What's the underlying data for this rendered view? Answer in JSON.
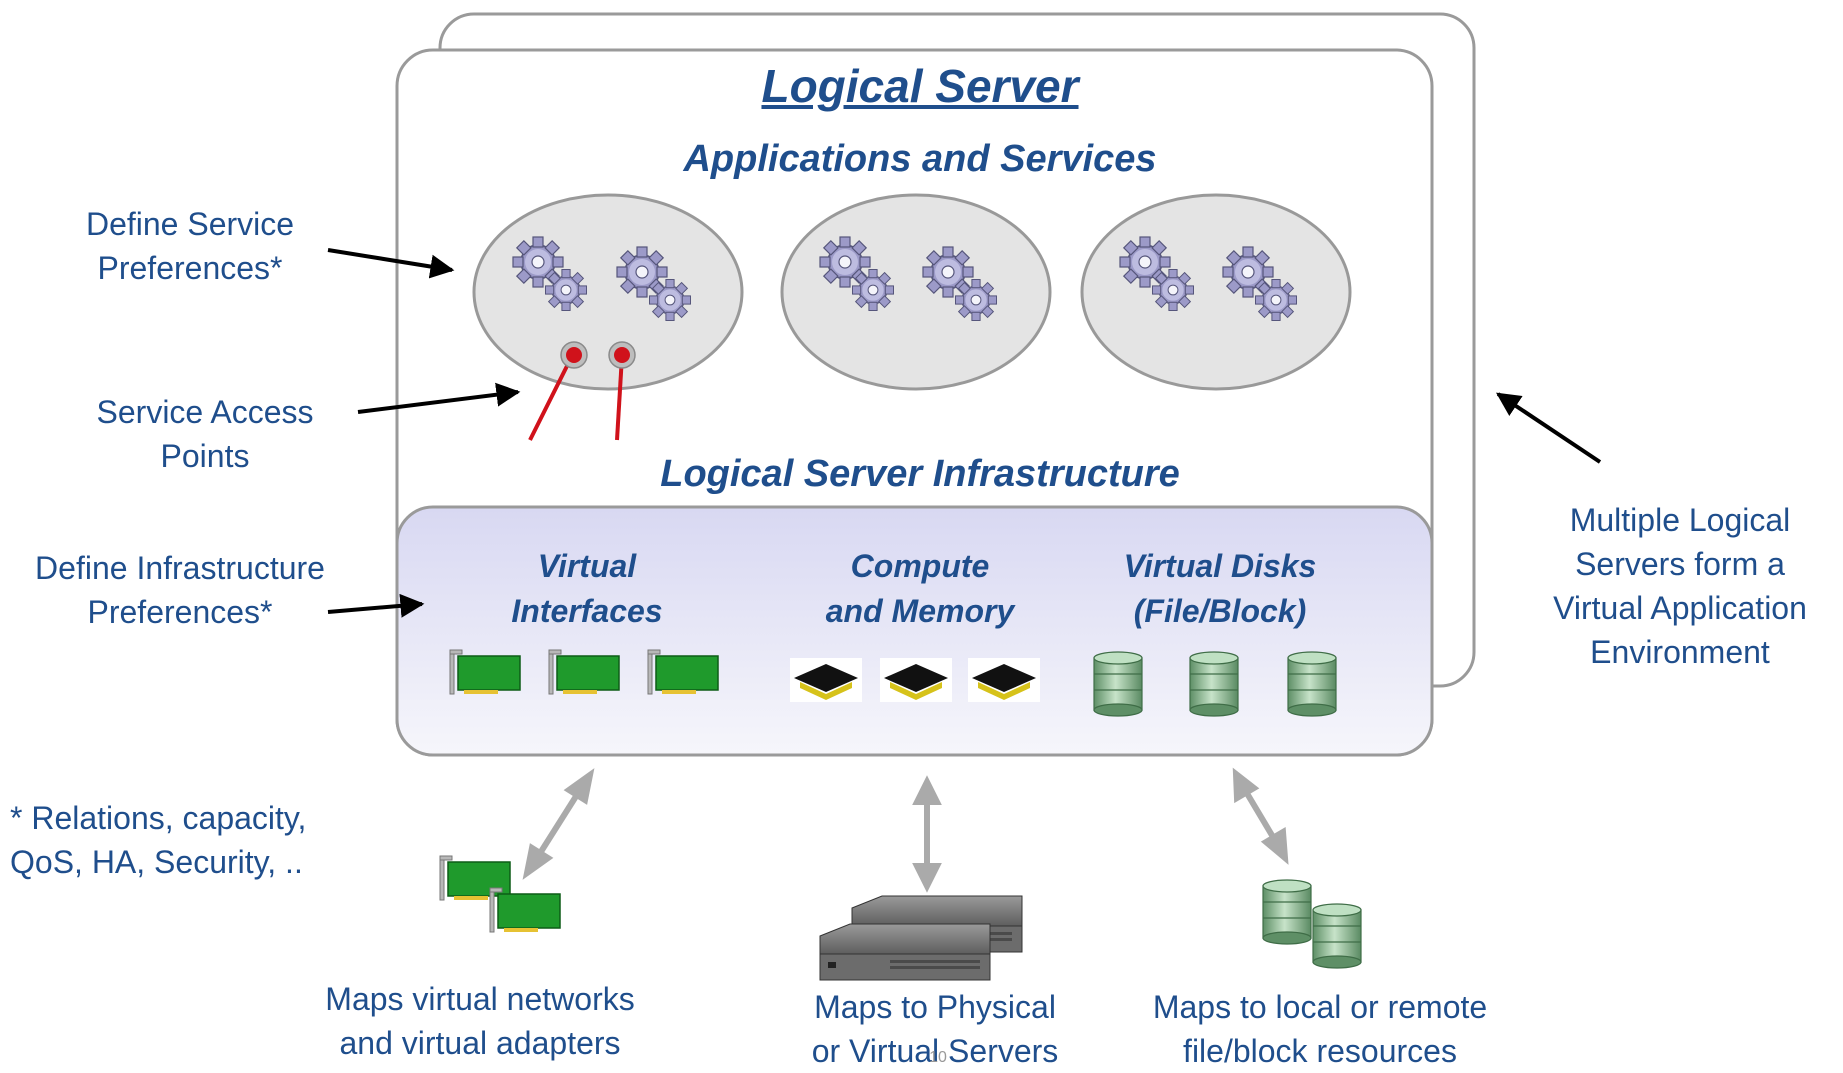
{
  "diagram": {
    "title": "Logical Server",
    "applications_heading": "Applications and Services",
    "infrastructure_heading": "Logical Server Infrastructure",
    "infrastructure_items": [
      {
        "line1": "Virtual",
        "line2": "Interfaces"
      },
      {
        "line1": "Compute",
        "line2": "and Memory"
      },
      {
        "line1": "Virtual Disks",
        "line2": "(File/Block)"
      }
    ],
    "left_notes": [
      {
        "line1": "Define Service",
        "line2": "Preferences*"
      },
      {
        "line1": "Service Access",
        "line2": "Points"
      },
      {
        "line1": "Define Infrastructure",
        "line2": "Preferences*"
      }
    ],
    "footnote": {
      "line1": "* Relations, capacity,",
      "line2": "QoS, HA, Security, .."
    },
    "right_note": {
      "line1": "Multiple Logical",
      "line2": "Servers form a",
      "line3": "Virtual Application",
      "line4": "Environment"
    },
    "mappings": [
      {
        "line1": "Maps virtual networks",
        "line2": "and virtual adapters"
      },
      {
        "line1": "Maps to Physical",
        "line2": "or Virtual Servers"
      },
      {
        "line1": "Maps to local or remote",
        "line2": "file/block resources"
      }
    ],
    "page_number": "10",
    "colors": {
      "text": "#1f4e8c",
      "box_border": "#9a9a9a",
      "service_oval": "#e4e4e4",
      "access_point": "#d0121b",
      "infra_fill": "#e2e2f6",
      "arrow": "#aaaaaa"
    }
  }
}
